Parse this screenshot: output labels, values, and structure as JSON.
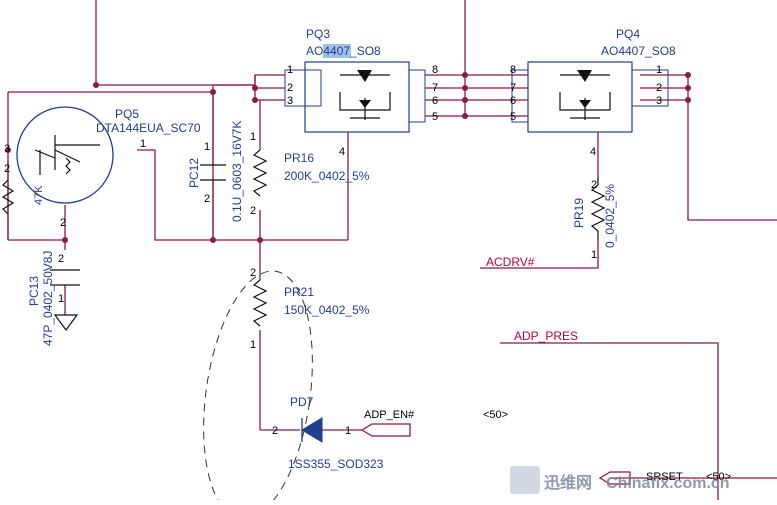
{
  "components": {
    "pq3": {
      "ref": "PQ3",
      "value_pre": "AO",
      "value_hl": "4407",
      "value_post": "_SO8"
    },
    "pq4": {
      "ref": "PQ4",
      "value": "AO4407_SO8"
    },
    "pq5": {
      "ref": "PQ5",
      "value": "DTA144EUA_SC70",
      "r_label": "47K"
    },
    "pc12": {
      "ref": "PC12",
      "value": "0.1U_0603_16V7K"
    },
    "pr16": {
      "ref": "PR16",
      "value": "200K_0402_5%"
    },
    "pr19": {
      "ref": "PR19",
      "value": "0_0402_5%"
    },
    "pr21": {
      "ref": "PR21",
      "value": "150K_0402_5%"
    },
    "pc13": {
      "ref": "PC13",
      "value": "47P_0402_50V8J"
    },
    "pd7": {
      "ref": "PD7",
      "value": "1SS355_SOD323"
    }
  },
  "nets": {
    "acdrv": "ACDRV#",
    "adp_pres": "ADP_PRES",
    "adp_en": "ADP_EN#",
    "adp_en_ref": "<50>",
    "srset": "SRSET",
    "srset_ref": "<50>"
  },
  "pins": {
    "p1": "1",
    "p2": "2",
    "p3": "3",
    "p4": "4",
    "p5": "5",
    "p6": "6",
    "p7": "7",
    "p8": "8"
  },
  "watermark": {
    "cn": "迅维网",
    "site": "Chinafix.com.cn"
  },
  "colors": {
    "wire": "#8b1a4a",
    "label": "#1f3f8f",
    "net": "#c0003b",
    "highlight": "#9fc2e6"
  }
}
